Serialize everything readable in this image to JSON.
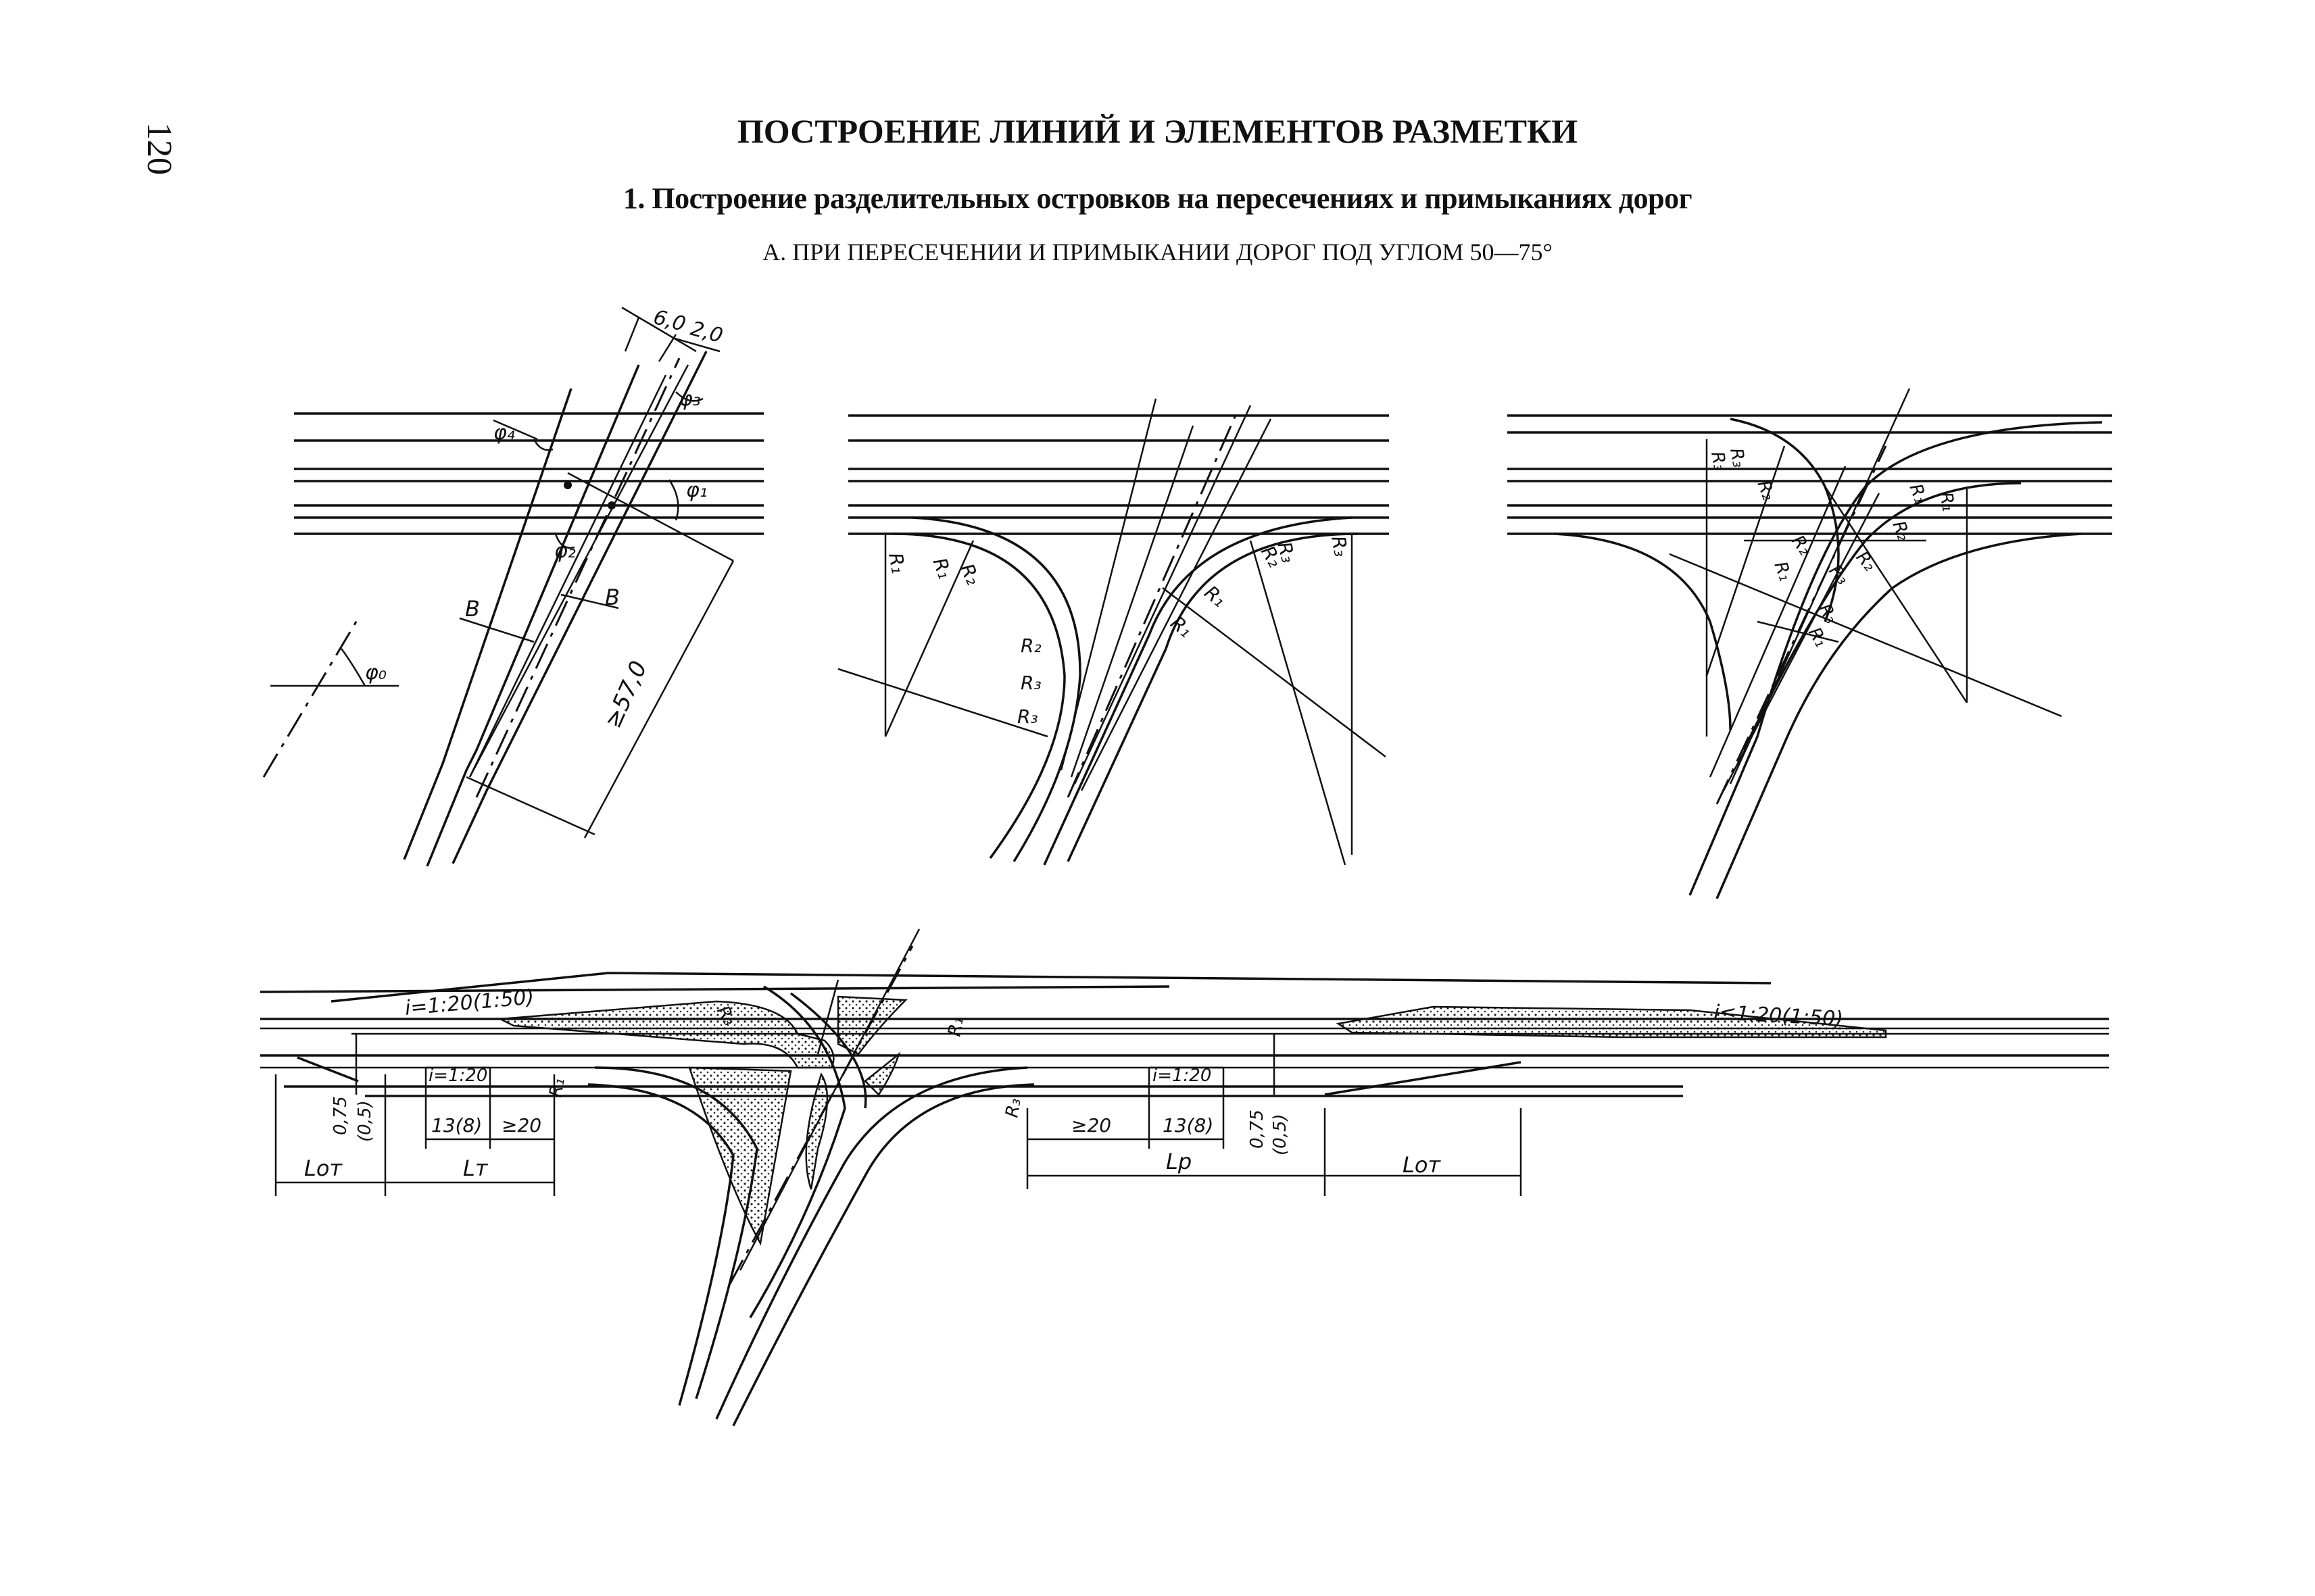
{
  "page": {
    "number": "120",
    "title": "ПОСТРОЕНИЕ ЛИНИЙ И ЭЛЕМЕНТОВ РАЗМЕТКИ",
    "subtitle": "1. Построение разделительных островков на пересечениях и примыканиях дорог",
    "case_title": "А. ПРИ ПЕРЕСЕЧЕНИИ И ПРИМЫКАНИИ ДОРОГ ПОД УГЛОМ 50—75°"
  },
  "figure1": {
    "labels": {
      "dim_6": "6,0",
      "dim_2": "2,0",
      "phi4": "φ₄",
      "phi3": "φ₃",
      "phi1": "φ₁",
      "phi2": "φ₂",
      "phi0": "φ₀",
      "b_left": "B",
      "b_right": "B",
      "min_length": "≥57,0"
    }
  },
  "figure2": {
    "labels": {
      "r1_a": "R₁",
      "r1_b": "R₁",
      "r2_a": "R₂",
      "r2_b": "R₂",
      "r3_a": "R₃",
      "r3_b": "R₃",
      "r3_c": "R₃",
      "r2_c": "R₂",
      "r3_d": "R₃",
      "r1_c": "R₁",
      "r1_d": "R₁"
    }
  },
  "figure3": {
    "labels": {
      "r3_a": "R₃",
      "r3_b": "R₃",
      "r2_a": "R₂",
      "r1_a": "R₁",
      "r1_b": "R₁",
      "r2_b": "R₂",
      "r2_c": "R₂",
      "r1_c": "R₁",
      "r3_c": "R₃",
      "r2_d": "R₂",
      "r3_d": "R₃",
      "r1_d": "R₁"
    }
  },
  "figure4": {
    "labels": {
      "taper_left": "i=1:20(1:50)",
      "taper_right": "i≤1:20(1:50)",
      "r3_top": "R₃",
      "r1_top": "R₁",
      "i_left": "i=1:20",
      "i_right": "i=1:20",
      "offset_left": "0,75",
      "offset_left_alt": "(0,5)",
      "offset_right": "0,75",
      "offset_right_alt": "(0,5)",
      "len_13_left": "13(8)",
      "len_20_left": "≥20",
      "r1_left": "R₁",
      "r3_right": "R₃",
      "len_20_right": "≥20",
      "len_13_right": "13(8)",
      "l_ot_left": "Lот",
      "l_t": "Lт",
      "l_p": "Lр",
      "l_ot_right": "Lот"
    }
  }
}
